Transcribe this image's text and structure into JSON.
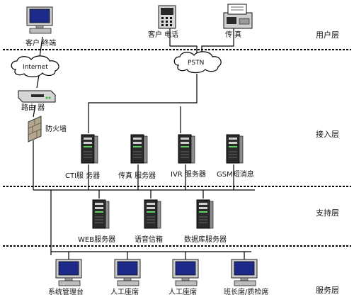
{
  "layers": {
    "user": "用户层",
    "access": "接入层",
    "support": "支持层",
    "service": "服务层"
  },
  "user_layer": {
    "client_terminal": "客户 终端",
    "client_phone": "客户 电话",
    "fax": "传 真"
  },
  "clouds": {
    "internet": "Internet",
    "pstn": "PSTN"
  },
  "access_layer": {
    "router": "路由 器",
    "firewall": "防火墙",
    "cti_server": "CTI服 务器",
    "fax_server": "传真 服务器",
    "ivr_server": "IVR 服务器",
    "gsm_sms": "GSM短消息"
  },
  "support_layer": {
    "web_server": "WEB服务器",
    "voice_mail": "语音信箱",
    "db_server": "数据库服务器"
  },
  "service_layer": {
    "admin_console": "系统管理台",
    "agent_1": "人工座席",
    "agent_2": "人工座席",
    "supervisor": "班长席/质检席"
  },
  "icons": {
    "pc": "pc-icon",
    "phone": "phone-icon",
    "fax": "fax-icon",
    "router": "router-icon",
    "firewall": "firewall-icon",
    "server": "server-icon",
    "cloud": "cloud-icon"
  }
}
